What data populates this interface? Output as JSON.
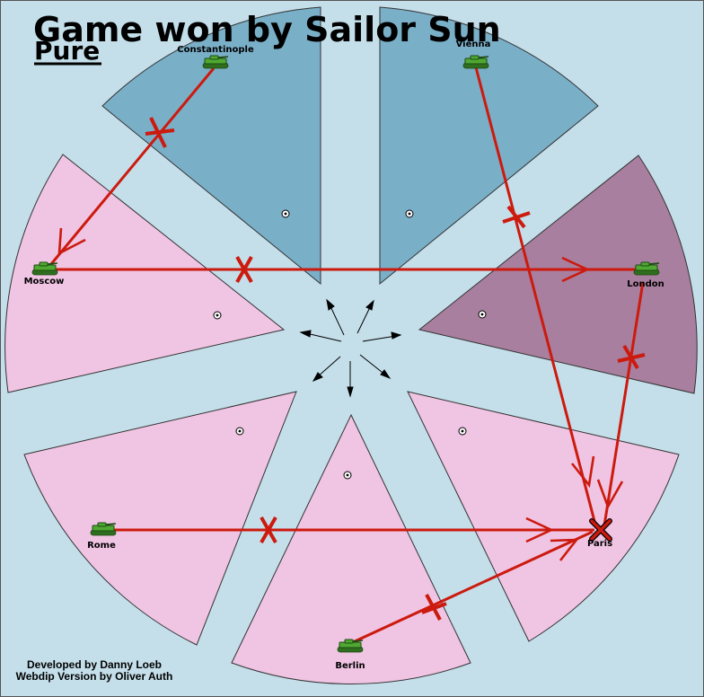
{
  "title": "Game won by Sailor Sun",
  "variant": "Pure",
  "credits": {
    "line1": "Developed by Danny Loeb",
    "line2": "Webdip Version by Oliver Auth"
  },
  "colors": {
    "background": "#c4dfea",
    "neutral_sector": "#7aafc8",
    "owned_sector": "#f0c4e3",
    "england_sector": "#a87f9e",
    "order": "#cc1a0e",
    "army": "#4fa832"
  },
  "cities": {
    "constantinople": "Constantinople",
    "vienna": "Vienna",
    "moscow": "Moscow",
    "london": "London",
    "rome": "Rome",
    "paris": "Paris",
    "berlin": "Berlin"
  },
  "units": {
    "constantinople": "army-icon",
    "vienna": "army-icon",
    "moscow": "army-icon",
    "london": "army-icon",
    "rome": "army-icon",
    "berlin": "army-icon"
  },
  "orders": [
    {
      "from": "Constantinople",
      "to": "Moscow",
      "result": "failed"
    },
    {
      "from": "Moscow",
      "to": "London",
      "result": "failed"
    },
    {
      "from": "Vienna",
      "to": "Paris",
      "result": "failed"
    },
    {
      "from": "London",
      "to": "Paris",
      "result": "failed"
    },
    {
      "from": "Rome",
      "to": "Paris",
      "result": "failed"
    },
    {
      "from": "Berlin",
      "to": "Paris",
      "result": "failed"
    }
  ]
}
